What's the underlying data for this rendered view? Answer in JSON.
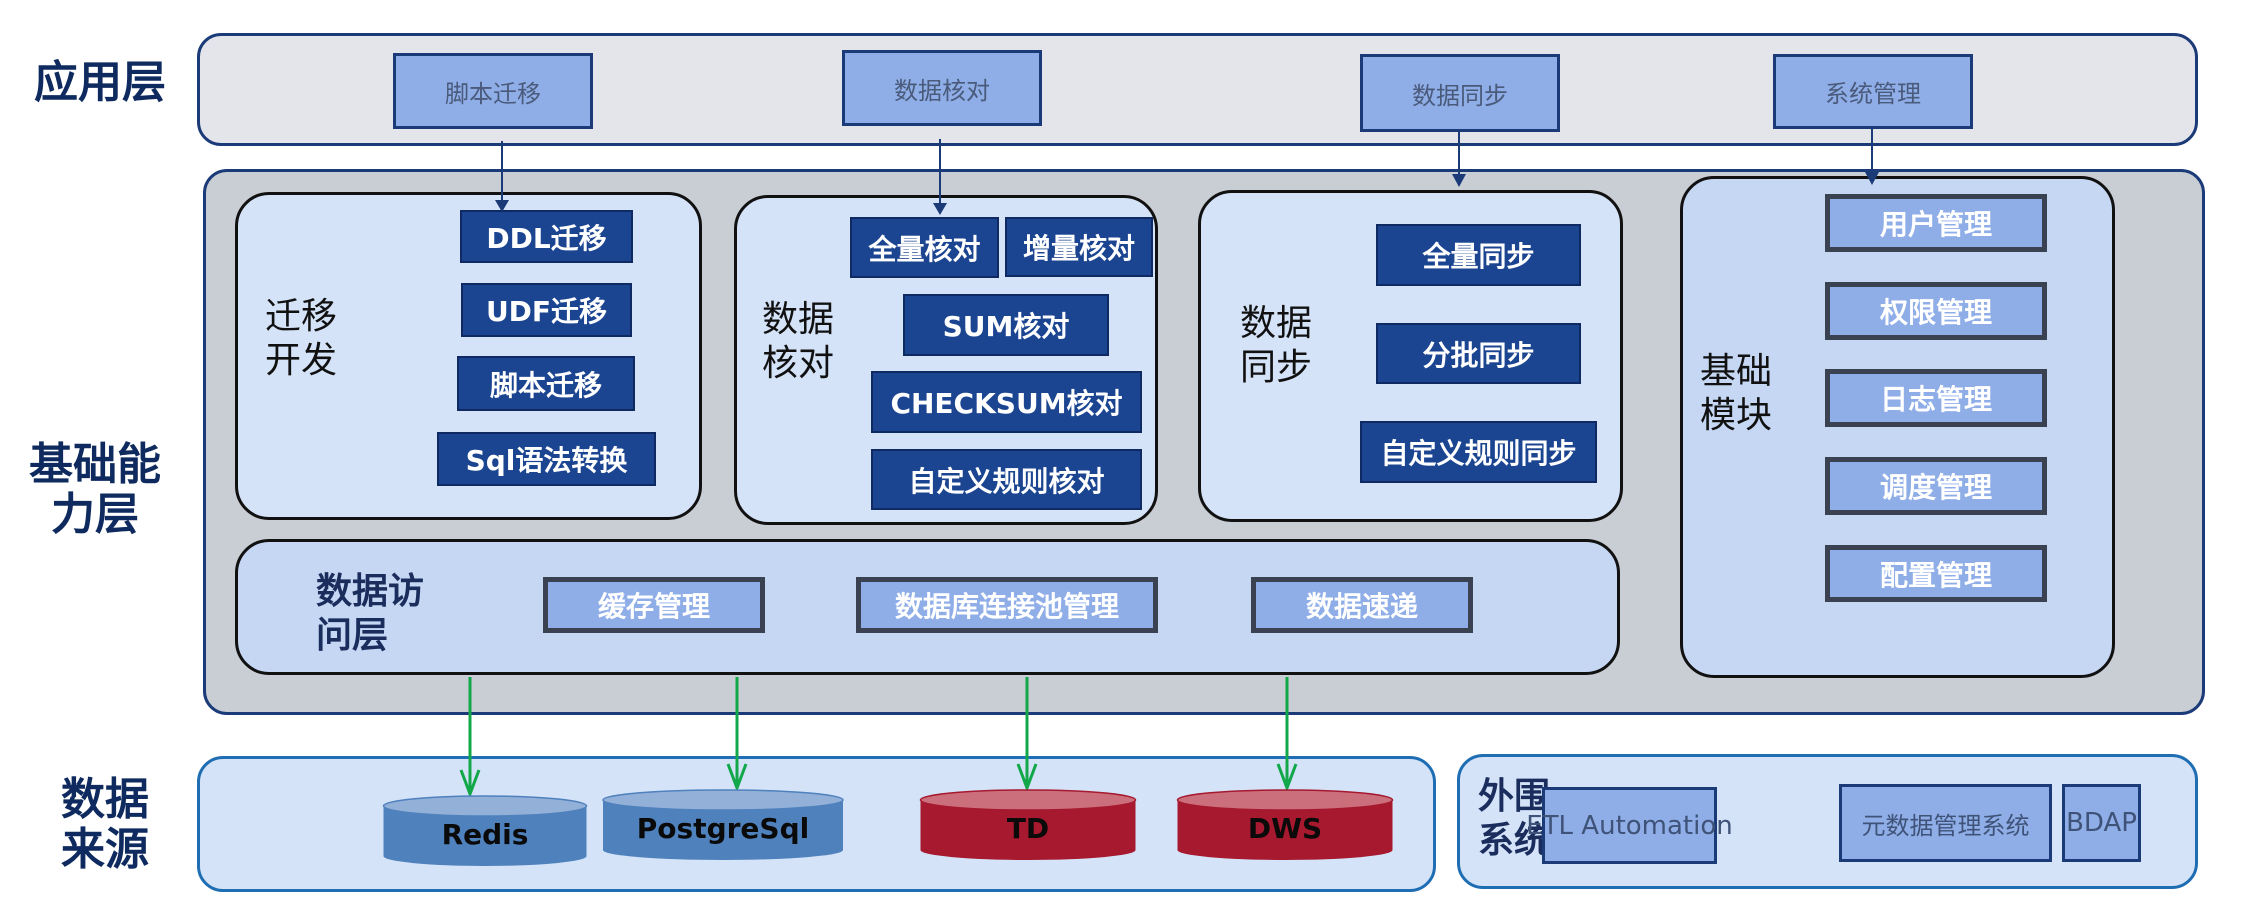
{
  "layers": {
    "application": "应用层",
    "capability": "基础能力层",
    "capability_line1": "基础能",
    "capability_line2": "力层",
    "source_line1": "数据",
    "source_line2": "来源"
  },
  "application_layer": {
    "items": [
      "脚本迁移",
      "数据核对",
      "数据同步",
      "系统管理"
    ]
  },
  "capability_layer": {
    "migration": {
      "title_line1": "迁移",
      "title_line2": "开发",
      "items": [
        "DDL迁移",
        "UDF迁移",
        "脚本迁移",
        "Sql语法转换"
      ]
    },
    "verification": {
      "title_line1": "数据",
      "title_line2": "核对",
      "items": [
        "全量核对",
        "增量核对",
        "SUM核对",
        "CHECKSUM核对",
        "自定义规则核对"
      ]
    },
    "sync": {
      "title_line1": "数据",
      "title_line2": "同步",
      "items": [
        "全量同步",
        "分批同步",
        "自定义规则同步"
      ]
    },
    "base_modules": {
      "title_line1": "基础",
      "title_line2": "模块",
      "items": [
        "用户管理",
        "权限管理",
        "日志管理",
        "调度管理",
        "配置管理"
      ]
    },
    "data_access": {
      "title_line1": "数据访",
      "title_line2": "问层",
      "items": [
        "缓存管理",
        "数据库连接池管理",
        "数据速递"
      ]
    }
  },
  "data_sources": {
    "items": [
      {
        "name": "Redis",
        "color": "#4f81bd"
      },
      {
        "name": "PostgreSql",
        "color": "#4f81bd"
      },
      {
        "name": "TD",
        "color": "#a6192e"
      },
      {
        "name": "DWS",
        "color": "#a6192e"
      }
    ]
  },
  "external_systems": {
    "title_line1": "外围",
    "title_line2": "系统",
    "items": [
      "ETL Automation",
      "元数据管理系统",
      "BDAP"
    ]
  },
  "colors": {
    "arrow_blue": "#1b3a78",
    "arrow_green": "#12a84a"
  }
}
